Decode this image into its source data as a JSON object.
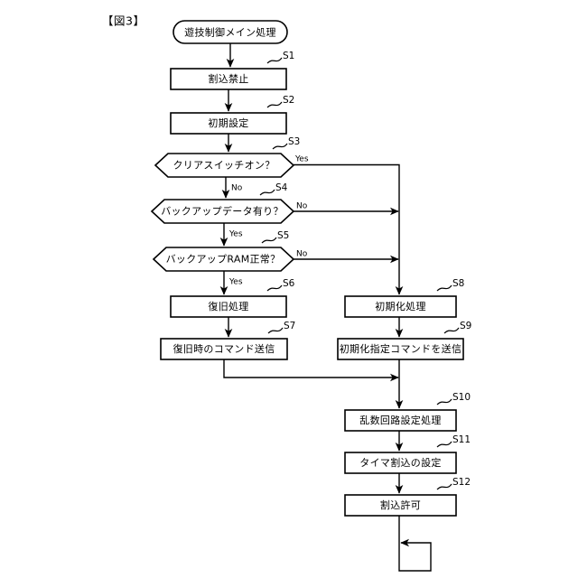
{
  "figure": {
    "title": "【図3】",
    "kind": "flowchart"
  },
  "start_node": {
    "label": "遊技制御メイン処理",
    "shape": "rounded-terminal"
  },
  "steps": [
    {
      "id": "S1",
      "tag": "S1",
      "label": "割込禁止",
      "shape": "process",
      "column": "left"
    },
    {
      "id": "S2",
      "tag": "S2",
      "label": "初期設定",
      "shape": "process",
      "column": "left"
    },
    {
      "id": "S3",
      "tag": "S3",
      "label": "クリアスイッチオン？",
      "shape": "decision",
      "column": "left",
      "yes": "Yes",
      "no": "No",
      "yes_dir": "right",
      "no_dir": "down"
    },
    {
      "id": "S4",
      "tag": "S4",
      "label": "バックアップデータ有り？",
      "shape": "decision",
      "column": "left",
      "yes": "Yes",
      "no": "No",
      "yes_dir": "down",
      "no_dir": "right"
    },
    {
      "id": "S5",
      "tag": "S5",
      "label": "バックアップRAM正常？",
      "shape": "decision",
      "column": "left",
      "yes": "Yes",
      "no": "No",
      "yes_dir": "down",
      "no_dir": "right"
    },
    {
      "id": "S6",
      "tag": "S6",
      "label": "復旧処理",
      "shape": "process",
      "column": "left"
    },
    {
      "id": "S7",
      "tag": "S7",
      "label": "復旧時のコマンド送信",
      "shape": "process",
      "column": "left"
    },
    {
      "id": "S8",
      "tag": "S8",
      "label": "初期化処理",
      "shape": "process",
      "column": "right"
    },
    {
      "id": "S9",
      "tag": "S9",
      "label": "初期化指定コマンドを送信",
      "shape": "process",
      "column": "right"
    },
    {
      "id": "S10",
      "tag": "S10",
      "label": "乱数回路設定処理",
      "shape": "process",
      "column": "right"
    },
    {
      "id": "S11",
      "tag": "S11",
      "label": "タイマ割込の設定",
      "shape": "process",
      "column": "right"
    },
    {
      "id": "S12",
      "tag": "S12",
      "label": "割込許可",
      "shape": "process",
      "column": "right"
    }
  ],
  "branch_labels": {
    "s3_yes": "Yes",
    "s3_no": "No",
    "s4_yes": "Yes",
    "s4_no": "No",
    "s5_yes": "Yes",
    "s5_no": "No"
  },
  "colors": {
    "ink": "#000000",
    "paper": "#ffffff"
  },
  "loop": {
    "description": "infinite-loop-back"
  }
}
